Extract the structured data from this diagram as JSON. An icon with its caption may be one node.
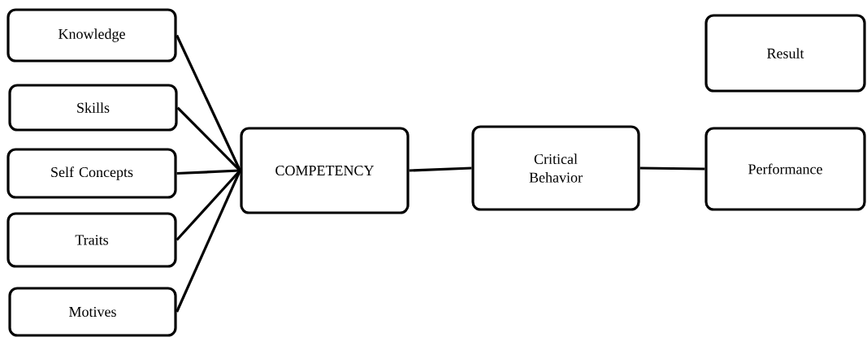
{
  "diagram": {
    "nodes": [
      {
        "text": [
          "Knowledge"
        ]
      },
      {
        "text": [
          "Skills"
        ]
      },
      {
        "text": [
          "Self Concepts"
        ]
      },
      {
        "text": [
          "Traits"
        ]
      },
      {
        "text": [
          "Motives"
        ]
      },
      {
        "text": [
          "COMPETENCY"
        ]
      },
      {
        "text": [
          "Critical Behavior"
        ]
      },
      {
        "text": [
          "Performance"
        ]
      },
      {
        "text": [
          "Result"
        ]
      }
    ],
    "edges": [
      {
        "from": 0,
        "to": 5,
        "arrow": "none"
      },
      {
        "from": 1,
        "to": 5,
        "arrow": "none"
      },
      {
        "from": 2,
        "to": 5,
        "arrow": "none"
      },
      {
        "from": 3,
        "to": 5,
        "arrow": "none"
      },
      {
        "from": 4,
        "to": 5,
        "arrow": "none"
      },
      {
        "from": 5,
        "to": 6,
        "arrow": "none"
      },
      {
        "from": 6,
        "to": 7,
        "arrow": "none"
      }
    ]
  }
}
